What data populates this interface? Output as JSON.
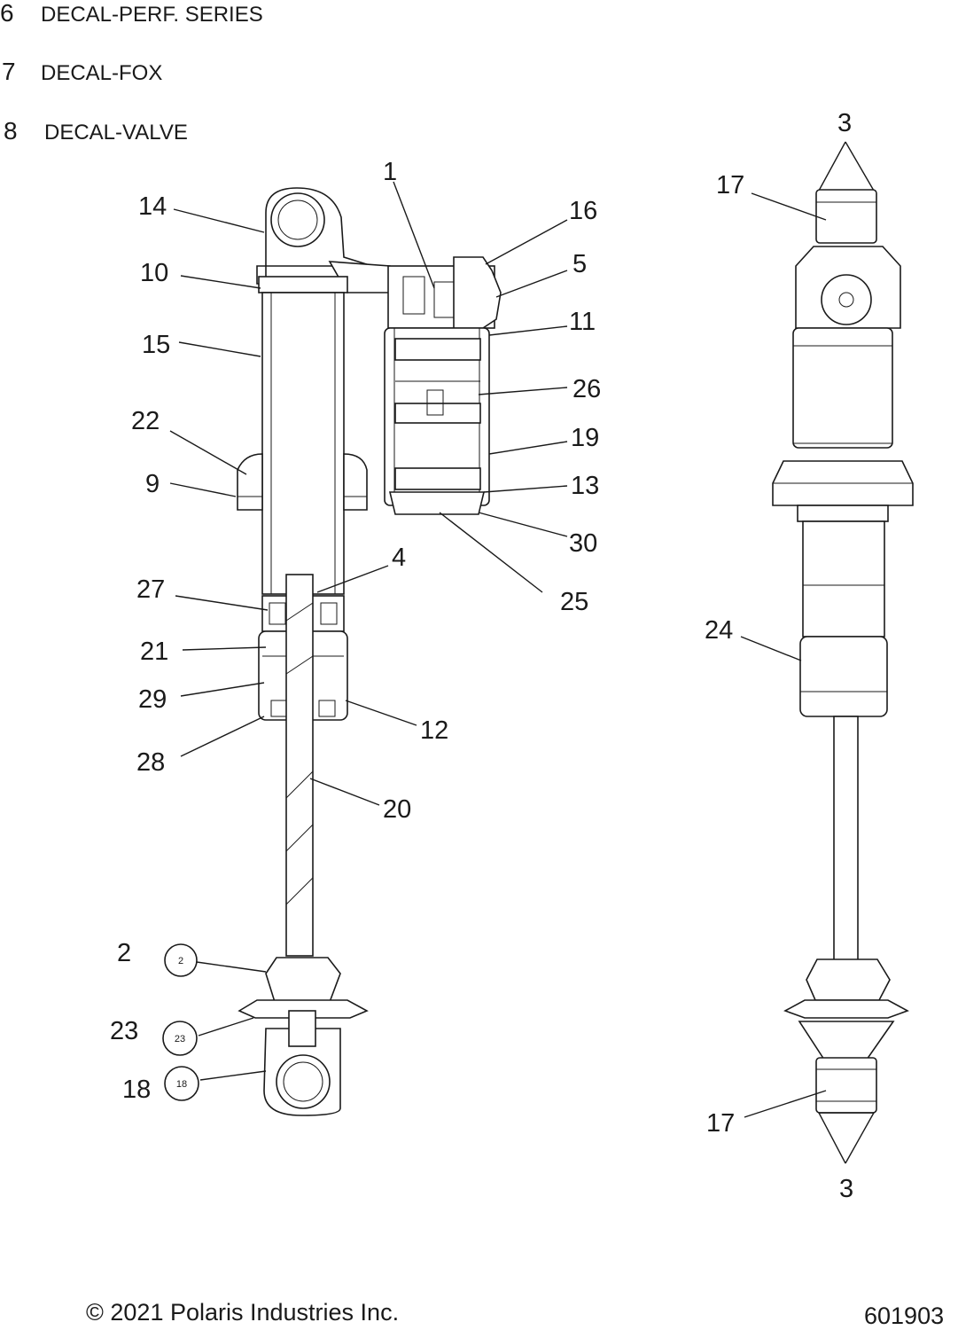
{
  "notes": [
    {
      "num": "6",
      "text": "DECAL-PERF. SERIES"
    },
    {
      "num": "7",
      "text": "DECAL-FOX"
    },
    {
      "num": "8",
      "text": "DECAL-VALVE"
    }
  ],
  "callouts": {
    "c1": "1",
    "c14": "14",
    "c16": "16",
    "c10": "10",
    "c5": "5",
    "c11": "11",
    "c15": "15",
    "c26": "26",
    "c22": "22",
    "c19": "19",
    "c9": "9",
    "c13": "13",
    "c30": "30",
    "c4": "4",
    "c27": "27",
    "c25": "25",
    "c21": "21",
    "c29": "29",
    "c12": "12",
    "c28": "28",
    "c20": "20",
    "c2": "2",
    "c23": "23",
    "c18": "18",
    "c3top": "3",
    "c17top": "17",
    "c24": "24",
    "c17bot": "17",
    "c3bot": "3"
  },
  "circled": {
    "c2": "2",
    "c23": "23",
    "c18": "18"
  },
  "footer": {
    "copyright": "© 2021 Polaris Industries Inc.",
    "drawing_number": "601903"
  }
}
